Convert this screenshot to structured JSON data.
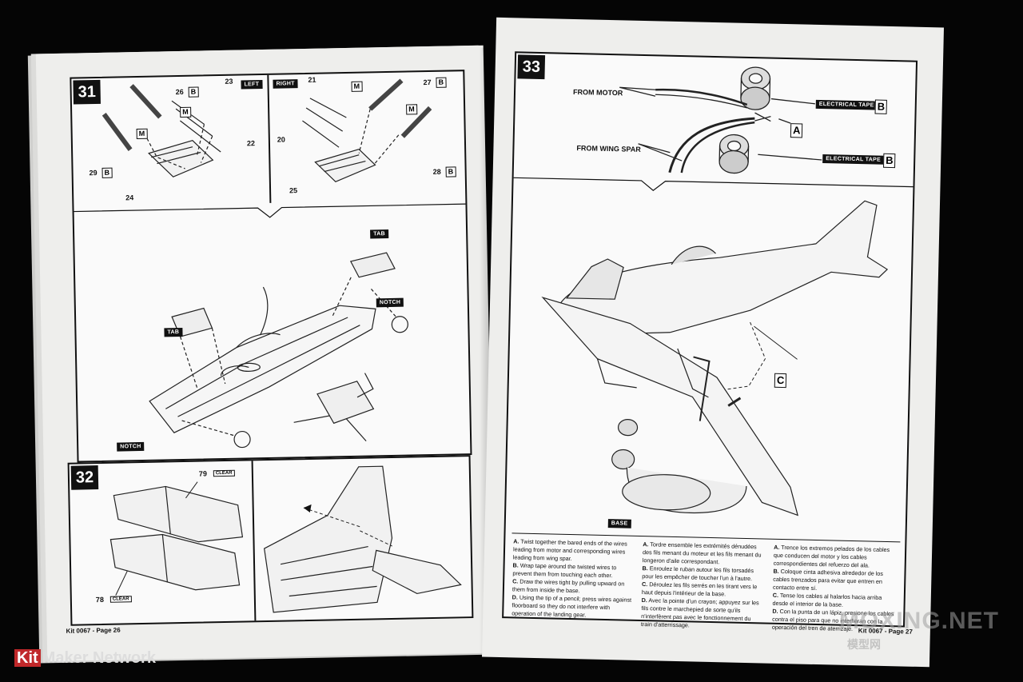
{
  "left_page": {
    "step31": {
      "number": "31",
      "left_label": "LEFT",
      "right_label": "RIGHT",
      "parts_left": [
        "26",
        "23",
        "22",
        "29",
        "24"
      ],
      "parts_right": [
        "21",
        "20",
        "27",
        "28",
        "25"
      ],
      "b_tag": "B",
      "m_tag": "M",
      "callouts": {
        "tab_top": "TAB",
        "notch_top": "NOTCH",
        "tab_left": "TAB",
        "notch_left": "NOTCH"
      }
    },
    "step32": {
      "number": "32",
      "part_79": "79",
      "part_78": "78",
      "clear_tag": "CLEAR"
    },
    "footer": "Kit 0067 - Page 26"
  },
  "right_page": {
    "step33": {
      "number": "33",
      "from_motor": "FROM MOTOR",
      "from_wing_spar": "FROM WING SPAR",
      "electrical_tape": "ELECTRICAL TAPE",
      "b_tag": "B",
      "a_tag": "A",
      "c_tag": "C",
      "base": "BASE"
    },
    "instructions": {
      "english": [
        {
          "key": "A.",
          "text": "Twist together the bared ends of the wires leading from motor and corresponding wires leading from wing spar."
        },
        {
          "key": "B.",
          "text": "Wrap tape around the twisted wires to prevent them from touching each other."
        },
        {
          "key": "C.",
          "text": "Draw the wires tight by pulling upward on them from inside the base."
        },
        {
          "key": "D.",
          "text": "Using the tip of a pencil; press wires against floorboard so they do not interfere with operation of the landing gear."
        }
      ],
      "french": [
        {
          "key": "A.",
          "text": "Tordre ensemble les extrémités dénudées des fils menant du moteur et les fils menant du longeron d'aile correspondant."
        },
        {
          "key": "B.",
          "text": "Enroulez le ruban autour les fils torsadés pour les empêcher de toucher l'un à l'autre."
        },
        {
          "key": "C.",
          "text": "Déroulez les fils serrés en les tirant vers le haut depuis l'intérieur de la base."
        },
        {
          "key": "D.",
          "text": "Avec la pointe d'un crayon; appuyez sur les fils contre le marchepied de sorte qu'ils n'interfèrent pas avec le fonctionnement du train d'atterrissage."
        }
      ],
      "spanish": [
        {
          "key": "A.",
          "text": "Trence los extremos pelados de los cables que conducen del motor y los cables correspondientes del refuerzo del ala."
        },
        {
          "key": "B.",
          "text": "Coloque cinta adhesiva alrededor de los cables trenzados para evitar que entren en contacto entre sí."
        },
        {
          "key": "C.",
          "text": "Tense los cables al halarlos hacia arriba desde el interior de la base."
        },
        {
          "key": "D.",
          "text": "Con la punta de un lápiz, presione los cables contra el piso para que no interfieran con la operación del tren de aterrizaje."
        }
      ]
    },
    "footer": "Kit 0067 - Page 27"
  },
  "watermarks": {
    "kit": "Kit",
    "maker_network": "Maker Network",
    "moxing": "MOXING.NET",
    "moxing_cn": "模型网"
  }
}
